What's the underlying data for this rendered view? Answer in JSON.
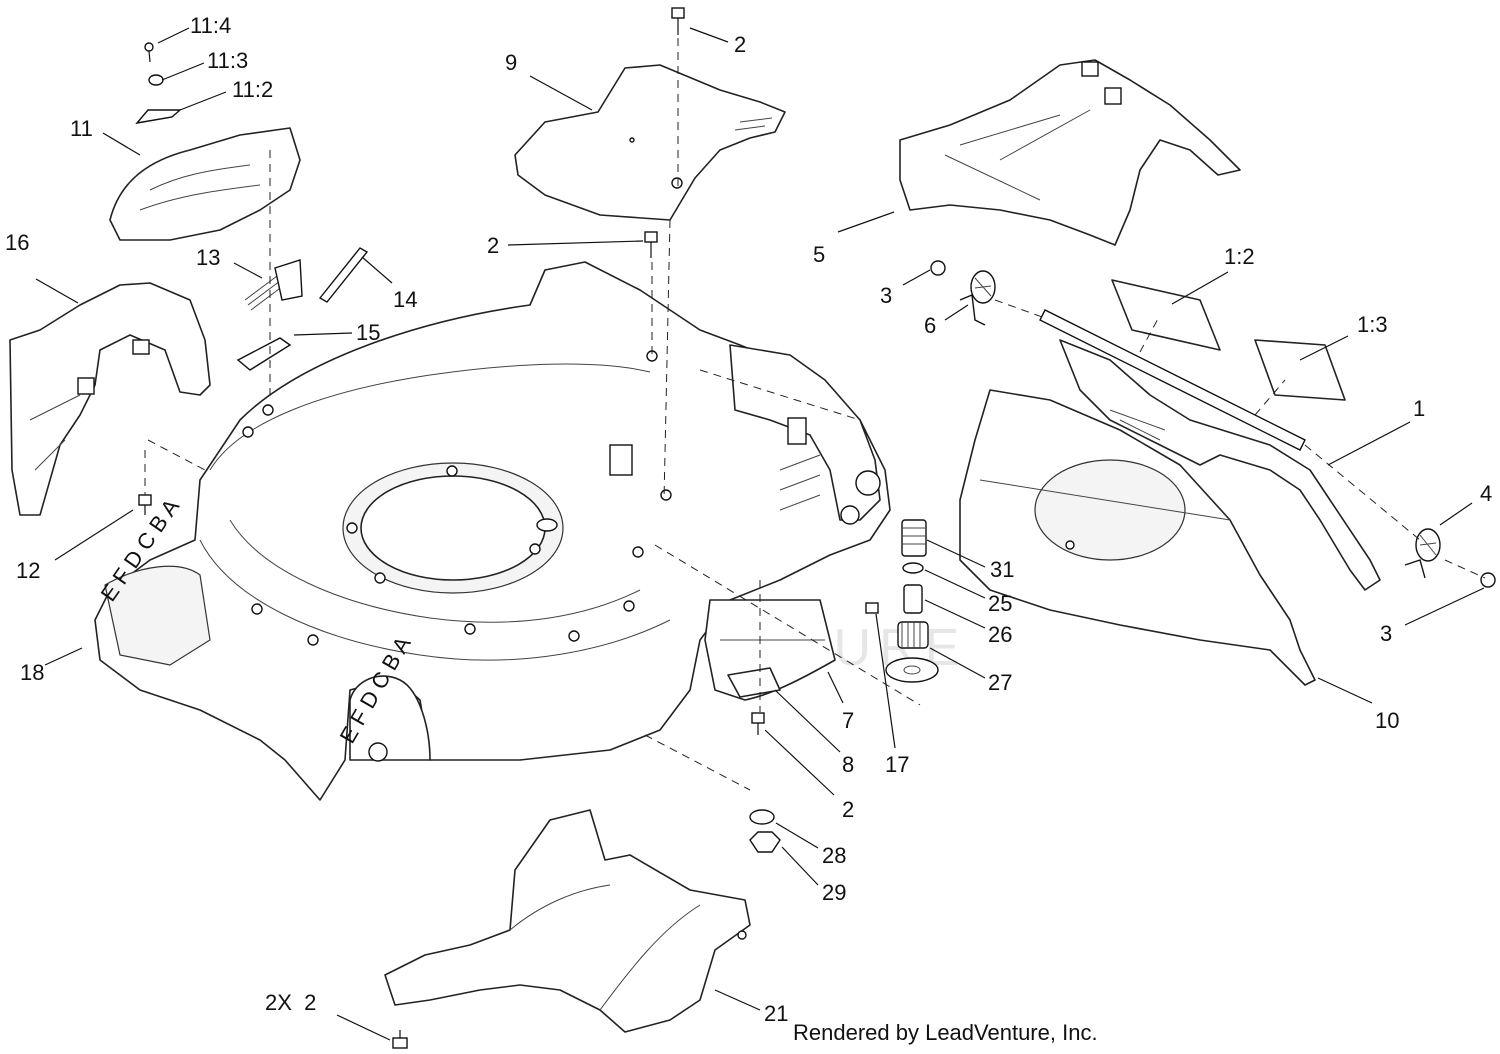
{
  "diagram": {
    "callouts": [
      {
        "id": "11-4",
        "text": "11:4"
      },
      {
        "id": "11-3",
        "text": "11:3"
      },
      {
        "id": "11-2",
        "text": "11:2"
      },
      {
        "id": "11",
        "text": "11"
      },
      {
        "id": "16",
        "text": "16"
      },
      {
        "id": "13",
        "text": "13"
      },
      {
        "id": "14",
        "text": "14"
      },
      {
        "id": "15",
        "text": "15"
      },
      {
        "id": "12",
        "text": "12"
      },
      {
        "id": "18",
        "text": "18"
      },
      {
        "id": "2-top",
        "text": "2"
      },
      {
        "id": "9",
        "text": "9"
      },
      {
        "id": "2-mid",
        "text": "2"
      },
      {
        "id": "5",
        "text": "5"
      },
      {
        "id": "3-upper",
        "text": "3"
      },
      {
        "id": "6",
        "text": "6"
      },
      {
        "id": "1-2",
        "text": "1:2"
      },
      {
        "id": "1-3",
        "text": "1:3"
      },
      {
        "id": "1",
        "text": "1"
      },
      {
        "id": "4",
        "text": "4"
      },
      {
        "id": "3-lower",
        "text": "3"
      },
      {
        "id": "10",
        "text": "10"
      },
      {
        "id": "31",
        "text": "31"
      },
      {
        "id": "25",
        "text": "25"
      },
      {
        "id": "26",
        "text": "26"
      },
      {
        "id": "27",
        "text": "27"
      },
      {
        "id": "17",
        "text": "17"
      },
      {
        "id": "7",
        "text": "7"
      },
      {
        "id": "8",
        "text": "8"
      },
      {
        "id": "2-low",
        "text": "2"
      },
      {
        "id": "28",
        "text": "28"
      },
      {
        "id": "29",
        "text": "29"
      },
      {
        "id": "21",
        "text": "21"
      },
      {
        "id": "2x-2",
        "text": "2X  2"
      }
    ],
    "height_markings": "E F D C B A",
    "watermark": "LEADVENTURE",
    "footer": "Rendered by LeadVenture, Inc."
  }
}
